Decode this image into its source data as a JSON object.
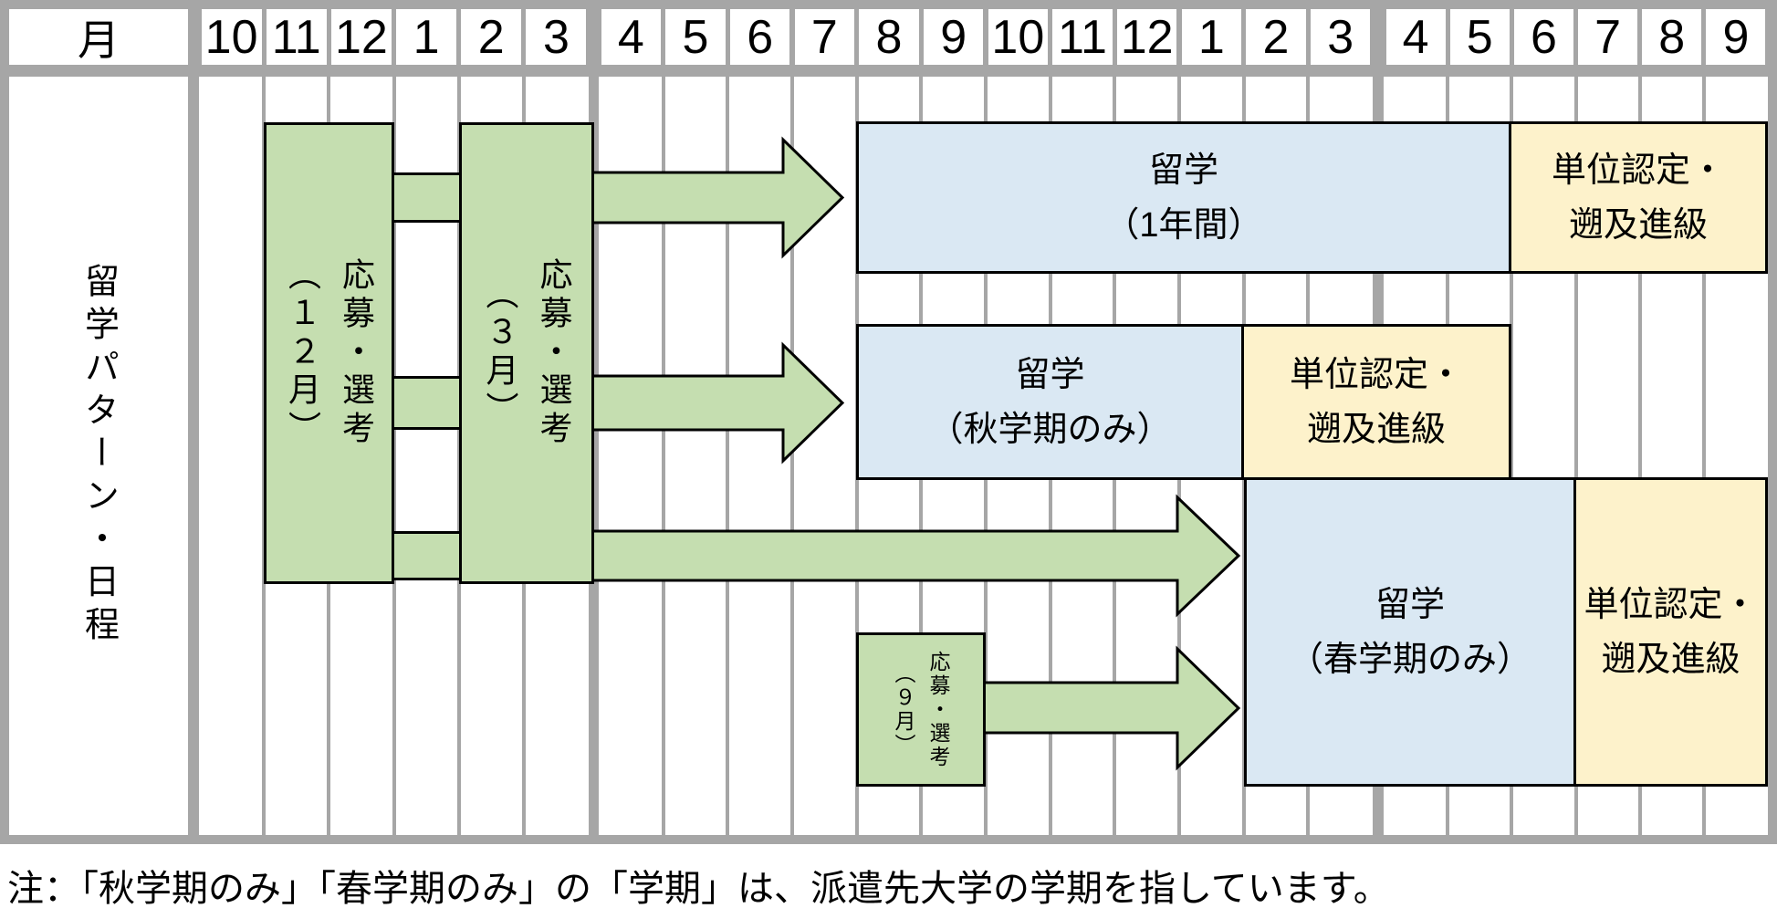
{
  "header": {
    "month_label": "月",
    "months": [
      "10",
      "11",
      "12",
      "1",
      "2",
      "3",
      "4",
      "5",
      "6",
      "7",
      "8",
      "9",
      "10",
      "11",
      "12",
      "1",
      "2",
      "3",
      "4",
      "5",
      "6",
      "7",
      "8",
      "9"
    ]
  },
  "sidebar": {
    "title": "留学パターン・日程"
  },
  "boxes": {
    "apply_dec": {
      "main": "応募・選考",
      "sub": "（１２月）"
    },
    "apply_mar": {
      "main": "応募・選考",
      "sub": "（３月）"
    },
    "apply_sep": {
      "main": "応募・選考",
      "sub": "（９月）"
    },
    "study_one_year": {
      "line1": "留学",
      "line2": "（1年間）"
    },
    "study_fall": {
      "line1": "留学",
      "line2": "（秋学期のみ）"
    },
    "study_spring": {
      "line1": "留学",
      "line2": "（春学期のみ）"
    },
    "credit_one_year": {
      "line1": "単位認定・",
      "line2": "遡及進級"
    },
    "credit_fall": {
      "line1": "単位認定・",
      "line2": "遡及進級"
    },
    "credit_spring": {
      "line1": "単位認定・",
      "line2": "遡及進級"
    }
  },
  "note": "注：「秋学期のみ」「春学期のみ」の「学期」は、派遣先大学の学期を指しています。",
  "colors": {
    "apply_green": "#c5deb0",
    "study_blue": "#dae8f3",
    "credit_yellow": "#fdf2cb",
    "grid_gray": "#a6a6a6",
    "border_black": "#000000"
  }
}
